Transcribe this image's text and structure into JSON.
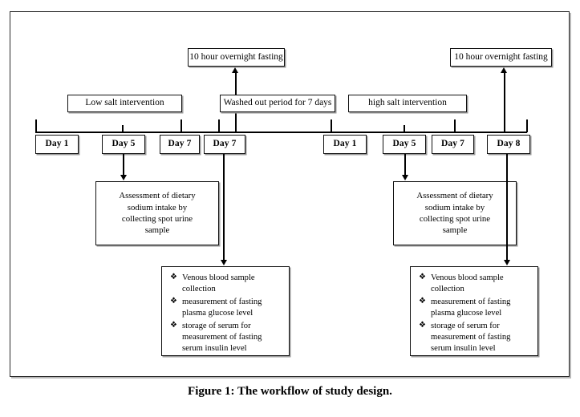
{
  "figure": {
    "caption": "Figure 1: The workflow of study design."
  },
  "phases": {
    "low_salt": {
      "label": "Low  salt intervention"
    },
    "washout": {
      "label": "Washed out period for 7 days"
    },
    "high_salt": {
      "label": "high salt intervention"
    }
  },
  "fasting": {
    "left_label": "10 hour overnight fasting",
    "right_label": "10 hour overnight fasting"
  },
  "timeline_left": {
    "days": [
      {
        "label": "Day 1"
      },
      {
        "label": "Day 5"
      },
      {
        "label": "Day 7"
      },
      {
        "label": "Day 7"
      }
    ]
  },
  "timeline_right": {
    "days": [
      {
        "label": "Day 1"
      },
      {
        "label": "Day 5"
      },
      {
        "label": "Day 7"
      },
      {
        "label": "Day 8"
      }
    ]
  },
  "assessment": {
    "left": {
      "line1": "Assessment of dietary",
      "line2": "sodium intake by",
      "line3": "collecting spot urine",
      "line4": "sample"
    },
    "right": {
      "line1": "Assessment of dietary",
      "line2": "sodium intake by",
      "line3": "collecting spot urine",
      "line4": "sample"
    }
  },
  "blood_sample": {
    "bullet_glyph": "❖",
    "left": {
      "items": [
        "Venous blood sample collection",
        "measurement of fasting plasma glucose level",
        "storage of serum for measurement of fasting serum insulin level"
      ]
    },
    "right": {
      "items": [
        "Venous blood sample collection",
        "measurement of fasting plasma glucose level",
        "storage of serum for measurement of fasting serum insulin level"
      ]
    }
  },
  "colors": {
    "line": "#000000",
    "frame": "#2b2b2b",
    "background": "#ffffff"
  }
}
